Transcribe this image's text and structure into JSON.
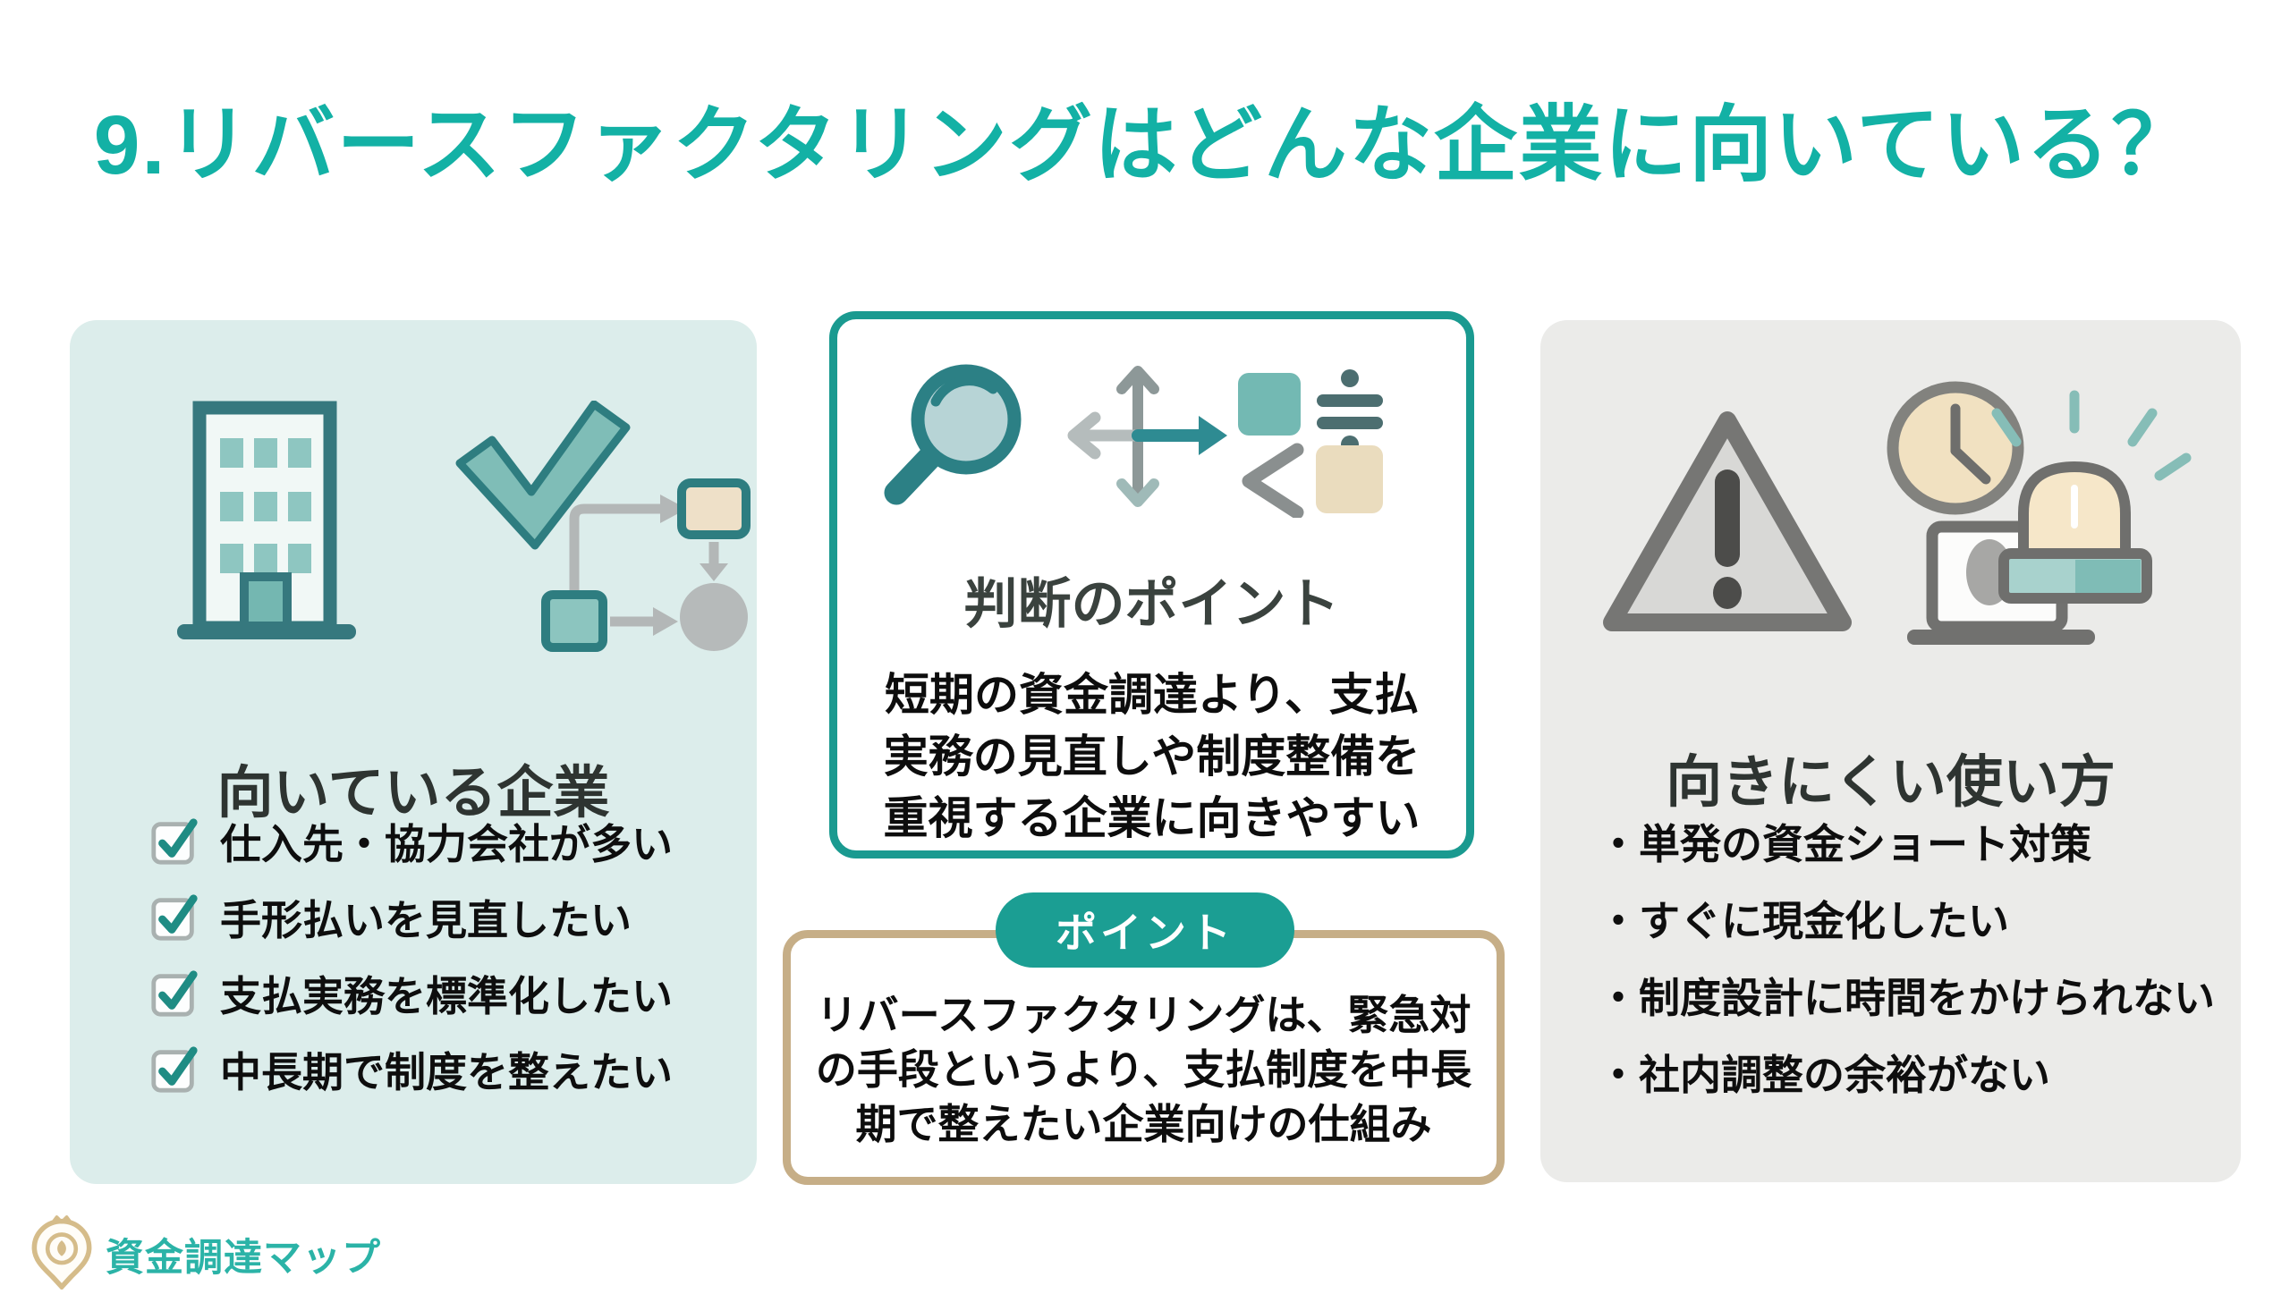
{
  "title": "9.リバースファクタリングはどんな企業に向いている？",
  "left_card": {
    "heading": "向いている企業",
    "icons": [
      "building-icon",
      "checkmark-icon",
      "flowchart-icon",
      "checkbox-checked-icon"
    ],
    "items": [
      "仕入先・協力会社が多い",
      "手形払いを見直したい",
      "支払実務を標準化したい",
      "中長期で制度を整えたい"
    ]
  },
  "middle_card": {
    "heading": "判断のポイント",
    "icons": [
      "magnifier-icon",
      "move-arrows-icon",
      "compare-shapes-icon"
    ],
    "body": "短期の資金調達より、支払\n実務の見直しや制度整備を\n重視する企業に向きやすい"
  },
  "point_box": {
    "badge": "ポイント",
    "body": "リバースファクタリングは、緊急対\nの手段というより、支払制度を中長\n期で整えたい企業向けの仕組み"
  },
  "right_card": {
    "heading": "向きにくい使い方",
    "icons": [
      "warning-triangle-icon",
      "clock-icon",
      "siren-laptop-icon"
    ],
    "items": [
      "・単発の資金ショート対策",
      "・すぐに現金化したい",
      "・制度設計に時間をかけられない",
      "・社内調整の余裕がない"
    ]
  },
  "footer": {
    "logo_text": "資金調達マップ"
  },
  "colors": {
    "accent_teal": "#13b1a5",
    "badge_teal": "#1b9e93",
    "mid_border_teal": "#1a9a90",
    "tan_border": "#c6ae87",
    "left_card_bg": "#dcedeb",
    "right_card_bg": "#ebebe9"
  }
}
